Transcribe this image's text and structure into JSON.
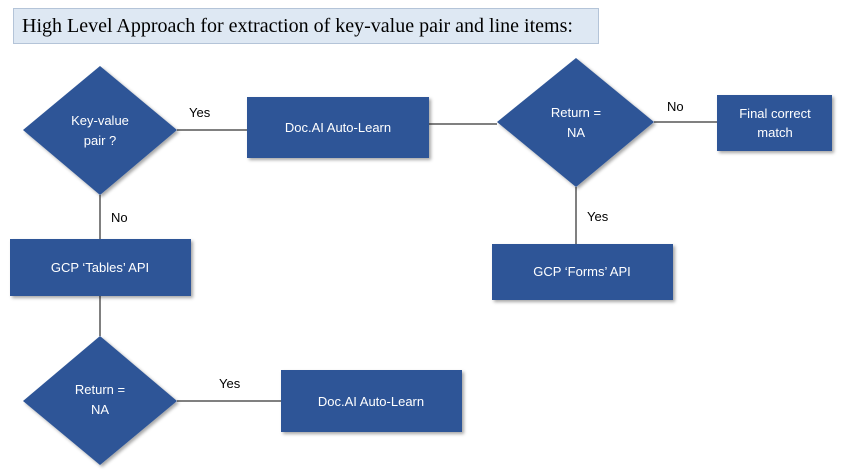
{
  "title": "High Level Approach for extraction of key-value pair and line items:",
  "colors": {
    "shape_fill": "#2e5597",
    "title_fill": "#dee8f3",
    "text_on_shape": "#ffffff"
  },
  "nodes": {
    "decision_kv": {
      "line1": "Key-value",
      "line2": "pair ?"
    },
    "autolearn_top": {
      "label": "Doc.AI Auto-Learn"
    },
    "decision_return_right": {
      "line1": "Return =",
      "line2": "NA"
    },
    "final_match": {
      "line1": "Final correct",
      "line2": "match"
    },
    "forms_api": {
      "label": "GCP ‘Forms’ API"
    },
    "tables_api": {
      "label": "GCP ‘Tables’ API"
    },
    "decision_return_bottom": {
      "line1": "Return =",
      "line2": "NA"
    },
    "autolearn_bottom": {
      "label": "Doc.AI Auto-Learn"
    }
  },
  "edges": {
    "kv_to_autolearn": "Yes",
    "kv_to_tables": "No",
    "return_right_to_final": "No",
    "return_right_to_forms": "Yes",
    "return_bottom_to_autolearn": "Yes"
  }
}
